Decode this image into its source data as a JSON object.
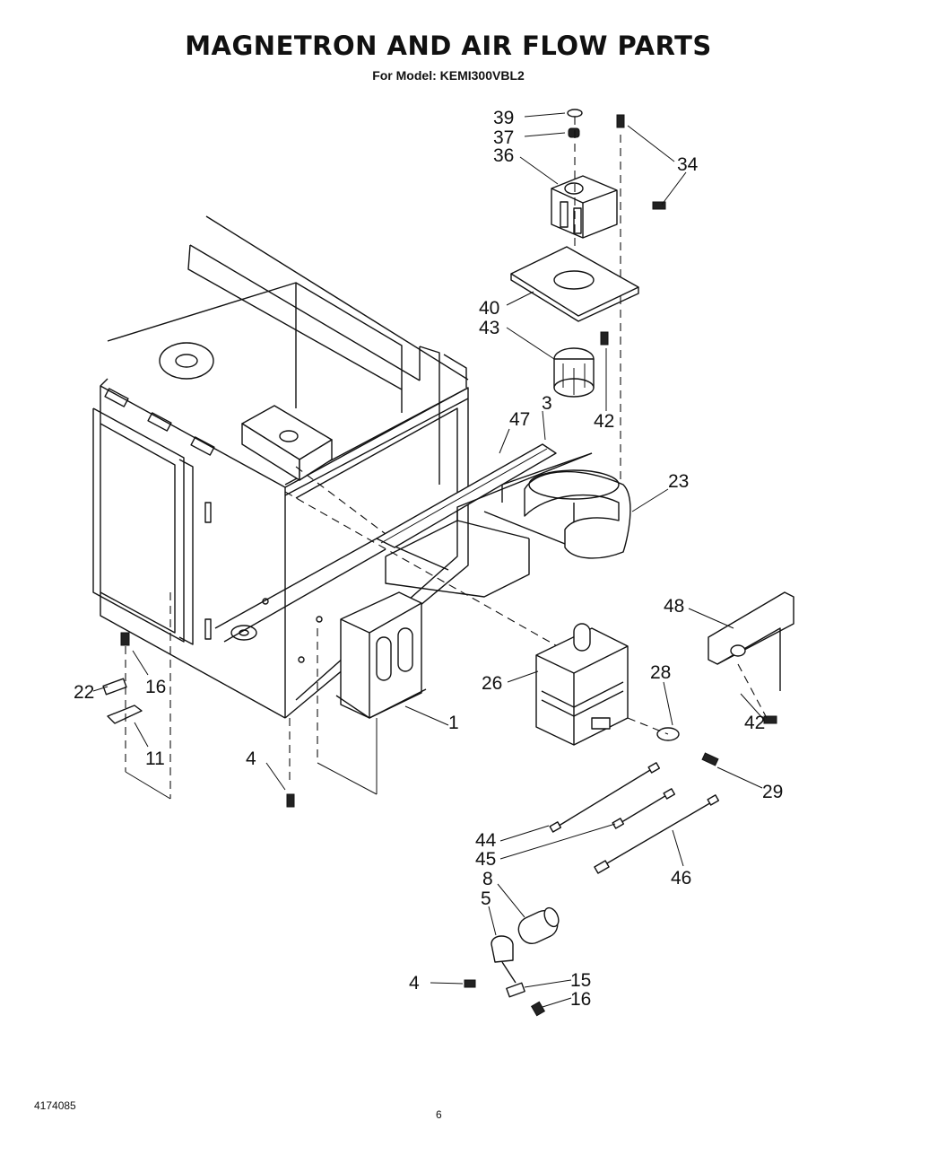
{
  "header": {
    "title": "MAGNETRON AND AIR FLOW PARTS",
    "subtitle": "For Model: KEMI300VBL2"
  },
  "callouts": [
    "39",
    "37",
    "36",
    "34",
    "40",
    "43",
    "42",
    "3",
    "47",
    "23",
    "48",
    "26",
    "28",
    "1",
    "16",
    "22",
    "11",
    "42",
    "4",
    "29",
    "44",
    "45",
    "46",
    "8",
    "5",
    "4",
    "15",
    "16"
  ],
  "footer": {
    "doc_number": "4174085",
    "page_number": "6"
  }
}
